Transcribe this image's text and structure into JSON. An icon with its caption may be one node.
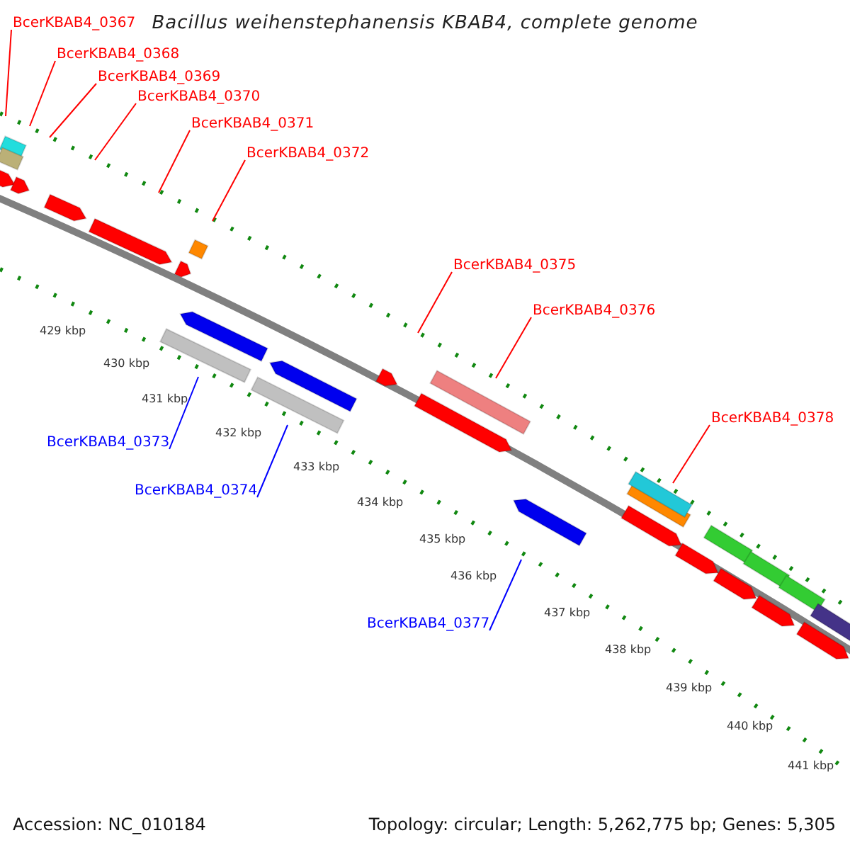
{
  "diagram": {
    "title": "Bacillus weihenstephanensis KBAB4, complete genome",
    "nodes": [
      {
        "text": [
          "BcerKBAB4_0367"
        ]
      },
      {
        "text": [
          "BcerKBAB4_0368"
        ]
      },
      {
        "text": [
          "BcerKBAB4_0369"
        ]
      },
      {
        "text": [
          "BcerKBAB4_0370"
        ]
      },
      {
        "text": [
          "BcerKBAB4_0371"
        ]
      },
      {
        "text": [
          "BcerKBAB4_0372"
        ]
      },
      {
        "text": [
          "BcerKBAB4_0375"
        ]
      },
      {
        "text": [
          "BcerKBAB4_0376"
        ]
      },
      {
        "text": [
          "BcerKBAB4_0378"
        ]
      },
      {
        "text": [
          "BcerKBAB4_0373"
        ]
      },
      {
        "text": [
          "BcerKBAB4_0374"
        ]
      },
      {
        "text": [
          "BcerKBAB4_0377"
        ]
      }
    ],
    "edges": [
      {
        "from": 0,
        "to": null,
        "arrow": "none"
      },
      {
        "from": 1,
        "to": null,
        "arrow": "none"
      },
      {
        "from": 2,
        "to": null,
        "arrow": "none"
      },
      {
        "from": 3,
        "to": null,
        "arrow": "none"
      },
      {
        "from": 4,
        "to": null,
        "arrow": "none"
      },
      {
        "from": 5,
        "to": null,
        "arrow": "none"
      },
      {
        "from": 6,
        "to": null,
        "arrow": "none"
      },
      {
        "from": 7,
        "to": null,
        "arrow": "none"
      },
      {
        "from": 8,
        "to": null,
        "arrow": "none"
      },
      {
        "from": 9,
        "to": null,
        "arrow": "none",
        "color": "#0000ff"
      },
      {
        "from": 10,
        "to": null,
        "arrow": "none",
        "color": "#0000ff"
      },
      {
        "from": 11,
        "to": null,
        "arrow": "none",
        "color": "#0000ff"
      }
    ],
    "labels": [
      "429 kbp",
      "430 kbp",
      "431 kbp",
      "432 kbp",
      "433 kbp",
      "434 kbp",
      "435 kbp",
      "436 kbp",
      "437 kbp",
      "438 kbp",
      "439 kbp",
      "440 kbp",
      "441 kbp",
      "Accession: NC_010184",
      "Topology: circular; Length: 5,262,775 bp; Genes: 5,305"
    ]
  }
}
